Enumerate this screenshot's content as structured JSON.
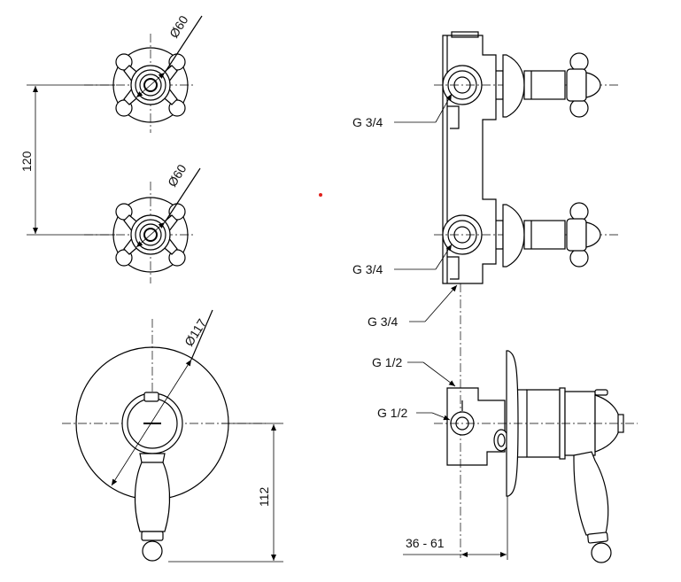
{
  "dimensions": {
    "diameter_top": "Ø60",
    "diameter_middle": "Ø60",
    "diameter_large": "Ø117",
    "spacing_vertical": "120",
    "height_lower": "112",
    "depth_range": "36 - 61"
  },
  "thread_labels": {
    "upper_inlet": "G 3/4",
    "lower_inlet": "G 3/4",
    "bottom_outlet": "G 3/4",
    "mixer_outlet_top": "G 1/2",
    "mixer_outlet_side": "G 1/2"
  },
  "colors": {
    "line": "#000000",
    "marker": "#e0201c"
  }
}
